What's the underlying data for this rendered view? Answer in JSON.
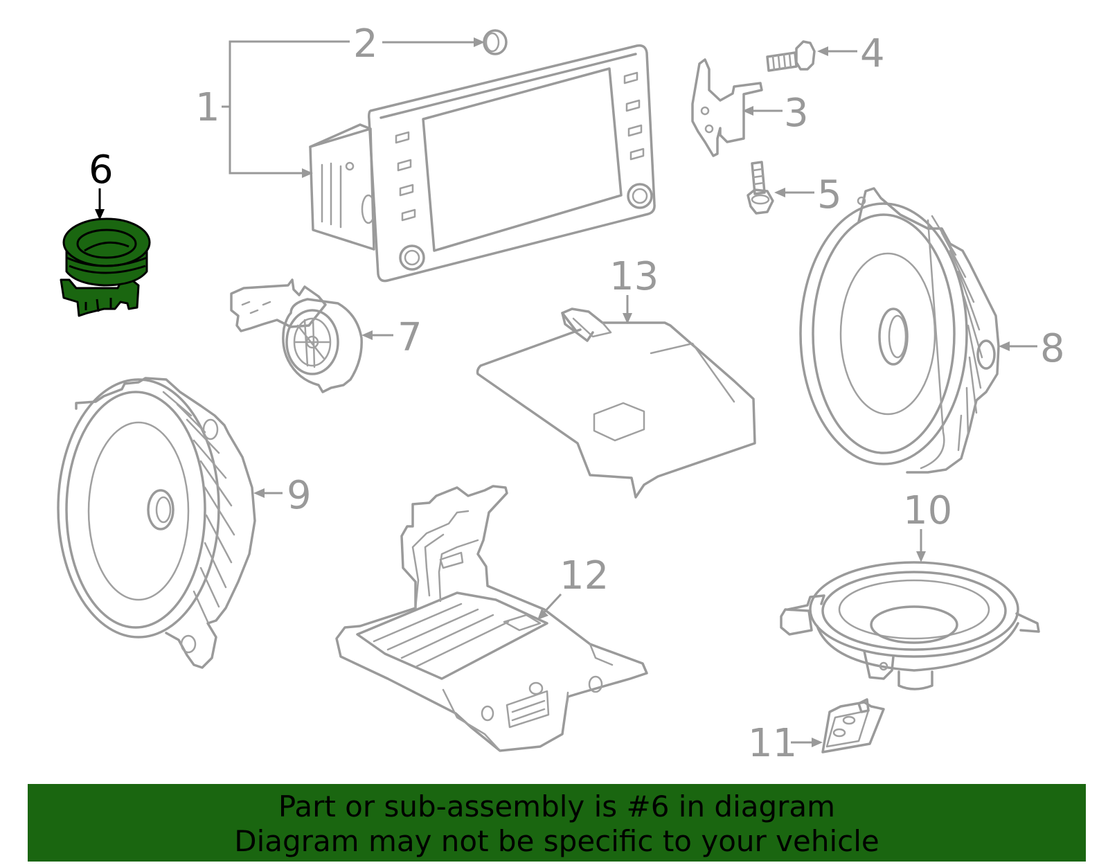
{
  "diagram": {
    "callouts": [
      {
        "id": "1",
        "label": "1"
      },
      {
        "id": "2",
        "label": "2"
      },
      {
        "id": "3",
        "label": "3"
      },
      {
        "id": "4",
        "label": "4"
      },
      {
        "id": "5",
        "label": "5"
      },
      {
        "id": "6",
        "label": "6",
        "highlighted": true
      },
      {
        "id": "7",
        "label": "7"
      },
      {
        "id": "8",
        "label": "8"
      },
      {
        "id": "9",
        "label": "9"
      },
      {
        "id": "10",
        "label": "10"
      },
      {
        "id": "11",
        "label": "11"
      },
      {
        "id": "12",
        "label": "12"
      },
      {
        "id": "13",
        "label": "13"
      }
    ],
    "highlight_color": "#1a6610",
    "line_color": "#999999"
  },
  "banner": {
    "line1": "Part or sub-assembly is #6 in diagram",
    "line2": "Diagram may not be specific to your vehicle"
  }
}
